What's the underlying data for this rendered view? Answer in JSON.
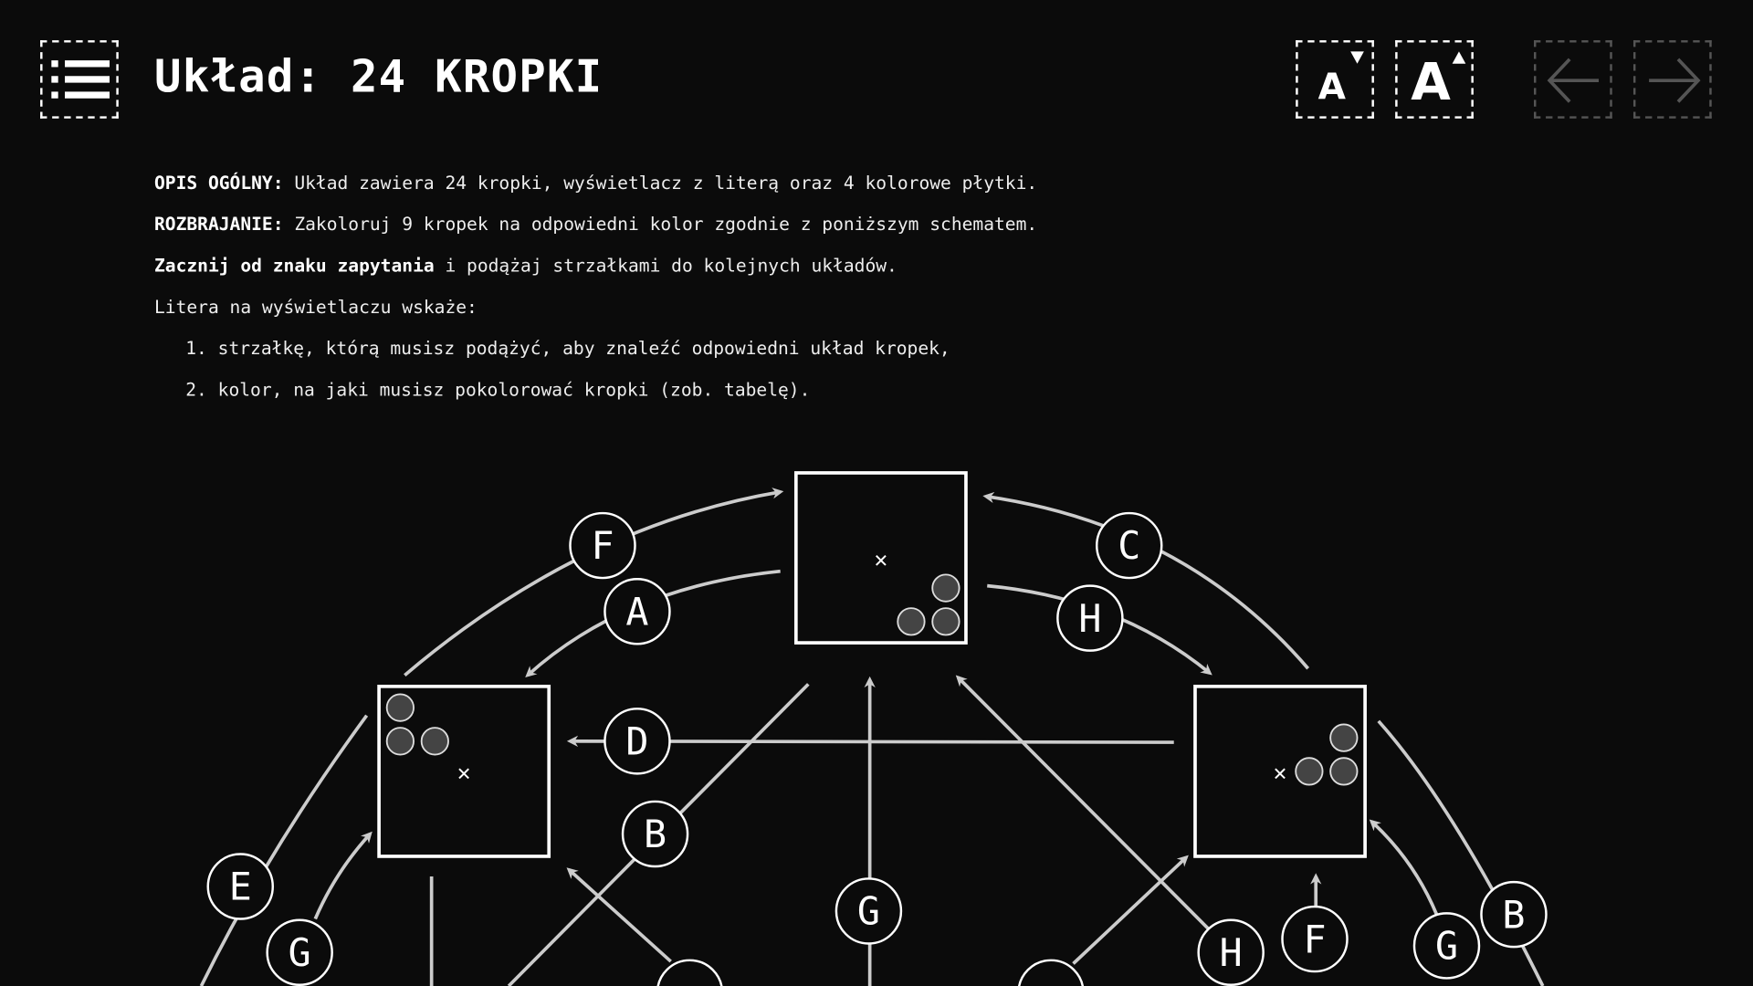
{
  "header": {
    "menu_icon": "list-icon",
    "title": "Układ: 24 KROPKI",
    "font_decrease_label": "A",
    "font_increase_label": "A",
    "prev_icon": "arrow-left-icon",
    "next_icon": "arrow-right-icon"
  },
  "content": {
    "p1_bold": "OPIS OGÓLNY:",
    "p1_text": " Układ zawiera 24 kropki, wyświetlacz z literą oraz 4 kolorowe płytki.",
    "p2_bold": "ROZBRAJANIE:",
    "p2_text": " Zakoloruj 9 kropek na odpowiedni kolor zgodnie z poniższym schematem.",
    "p3_bold": "Zacznij od znaku zapytania",
    "p3_text": " i podążaj strzałkami do kolejnych układów.",
    "p4": "Litera na wyświetlaczu wskaże:",
    "list": [
      "1. strzałkę, którą musisz podążyć, aby znaleźć odpowiedni układ kropek,",
      "2. kolor, na jaki musisz pokolorować kropki (zob. tabelę)."
    ]
  },
  "diagram": {
    "labels": {
      "f_top": "F",
      "a": "A",
      "c": "C",
      "h_top": "H",
      "d": "D",
      "b_left": "B",
      "e": "E",
      "g_left": "G",
      "g_mid": "G",
      "h_bottom": "H",
      "f_bottom": "F",
      "g_right": "G",
      "b_right": "B"
    }
  },
  "colors": {
    "background": "#0b0b0b",
    "line": "#cccccc",
    "dot": "#444444"
  }
}
